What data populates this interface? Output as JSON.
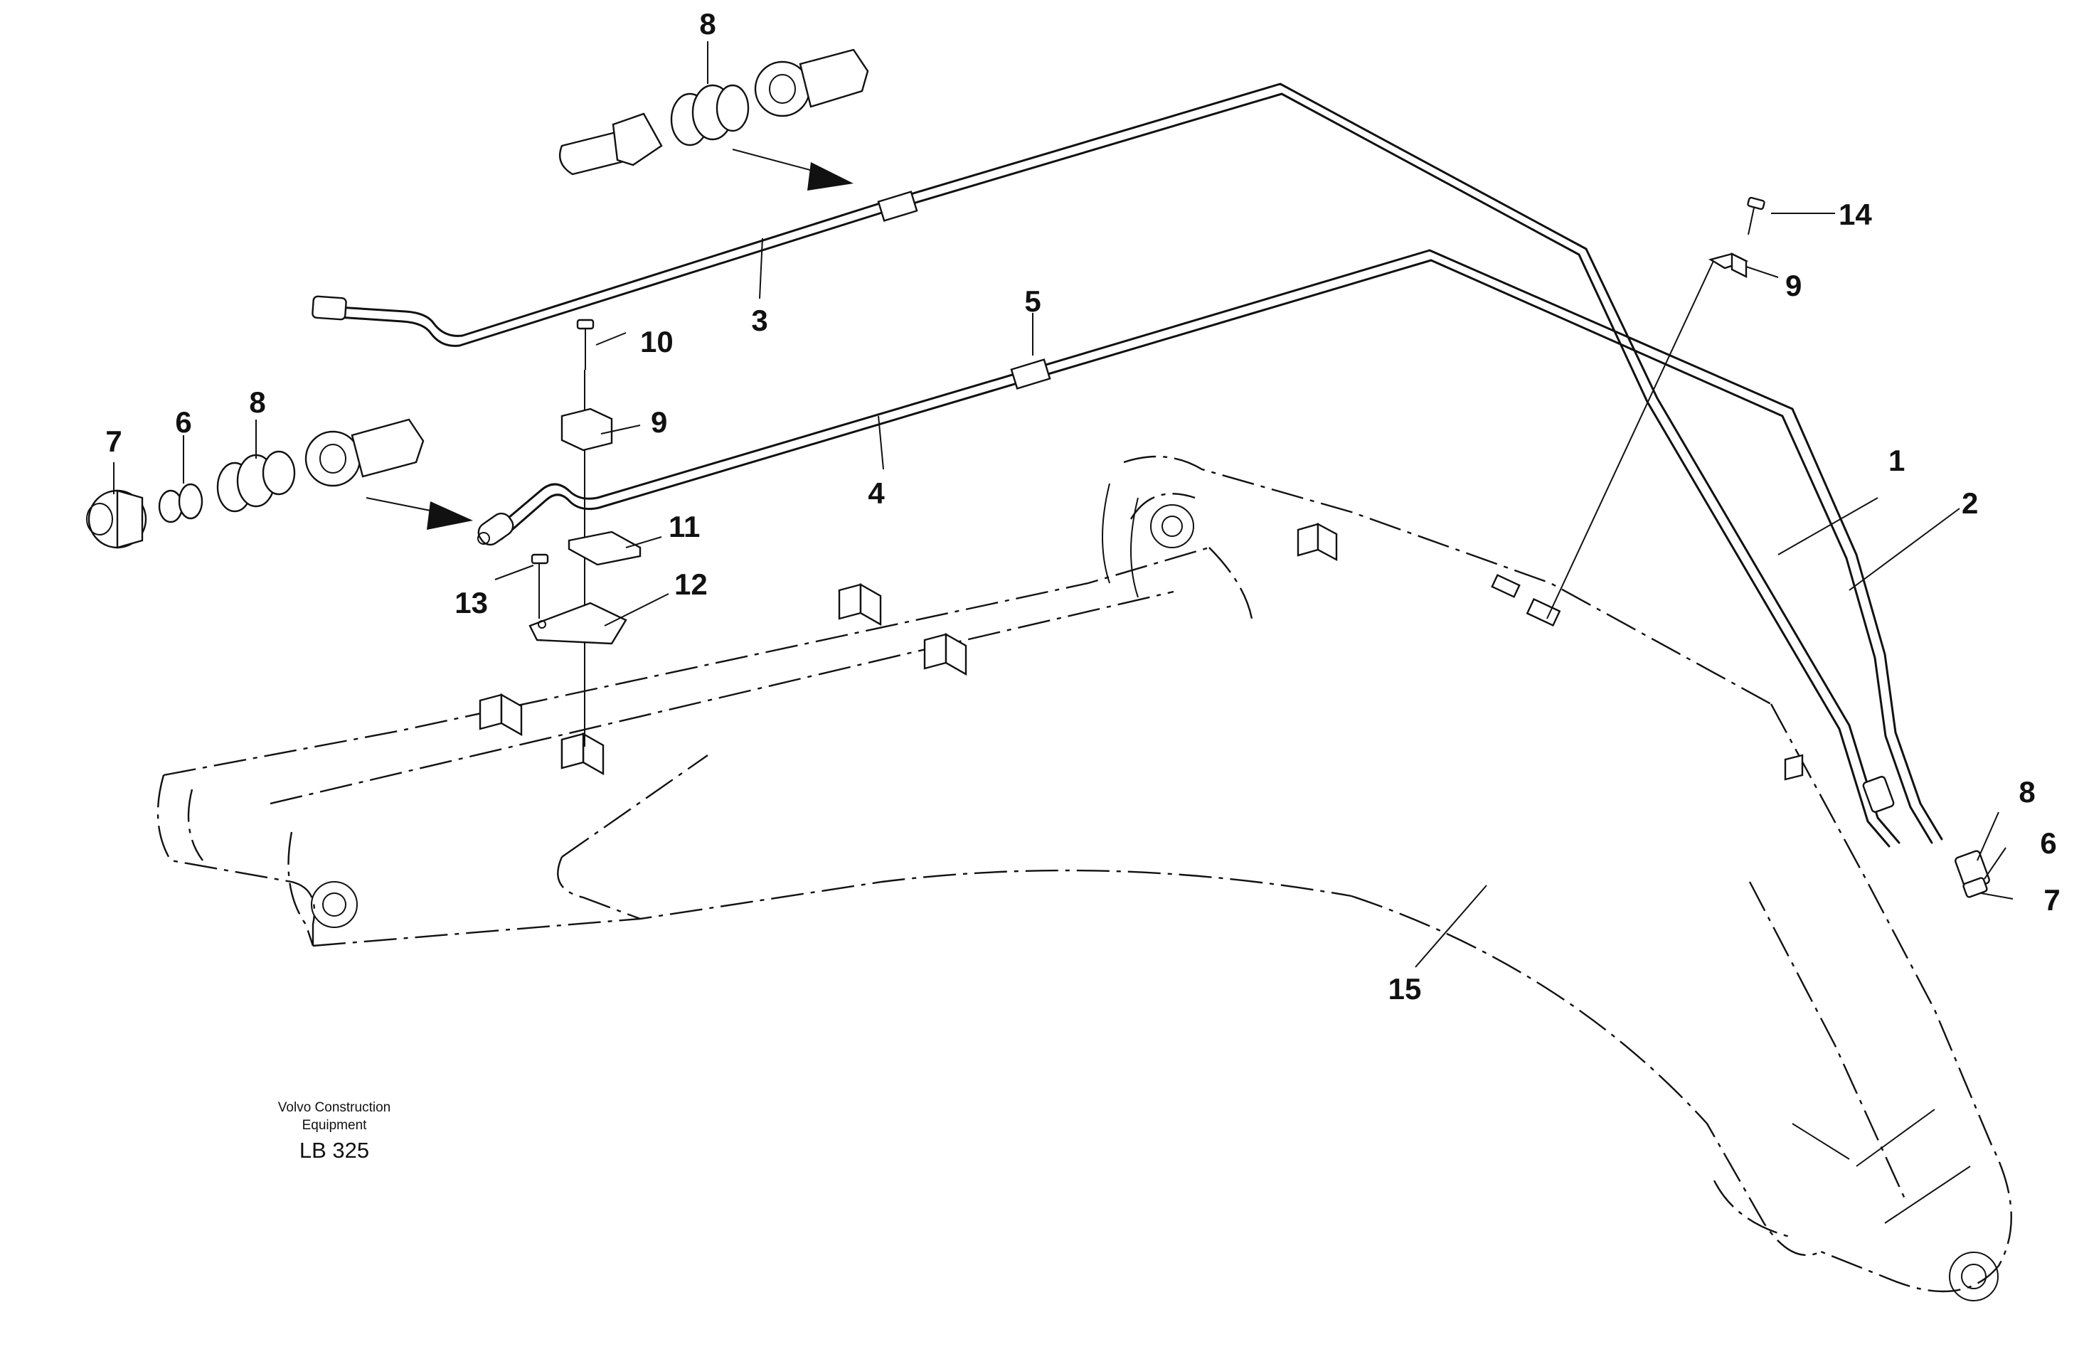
{
  "diagram": {
    "callouts": [
      {
        "id": "c8a",
        "text": "8"
      },
      {
        "id": "c14",
        "text": "14"
      },
      {
        "id": "c9a",
        "text": "9"
      },
      {
        "id": "c3",
        "text": "3"
      },
      {
        "id": "c5",
        "text": "5"
      },
      {
        "id": "c10",
        "text": "10"
      },
      {
        "id": "c9b",
        "text": "9"
      },
      {
        "id": "c7a",
        "text": "7"
      },
      {
        "id": "c6a",
        "text": "6"
      },
      {
        "id": "c8b",
        "text": "8"
      },
      {
        "id": "c4",
        "text": "4"
      },
      {
        "id": "c11",
        "text": "11"
      },
      {
        "id": "c12",
        "text": "12"
      },
      {
        "id": "c13",
        "text": "13"
      },
      {
        "id": "c1",
        "text": "1"
      },
      {
        "id": "c2",
        "text": "2"
      },
      {
        "id": "c8c",
        "text": "8"
      },
      {
        "id": "c6b",
        "text": "6"
      },
      {
        "id": "c7b",
        "text": "7"
      },
      {
        "id": "c15",
        "text": "15"
      }
    ],
    "caption": {
      "line1": "Volvo Construction",
      "line2": "Equipment",
      "code": "LB 325"
    }
  }
}
